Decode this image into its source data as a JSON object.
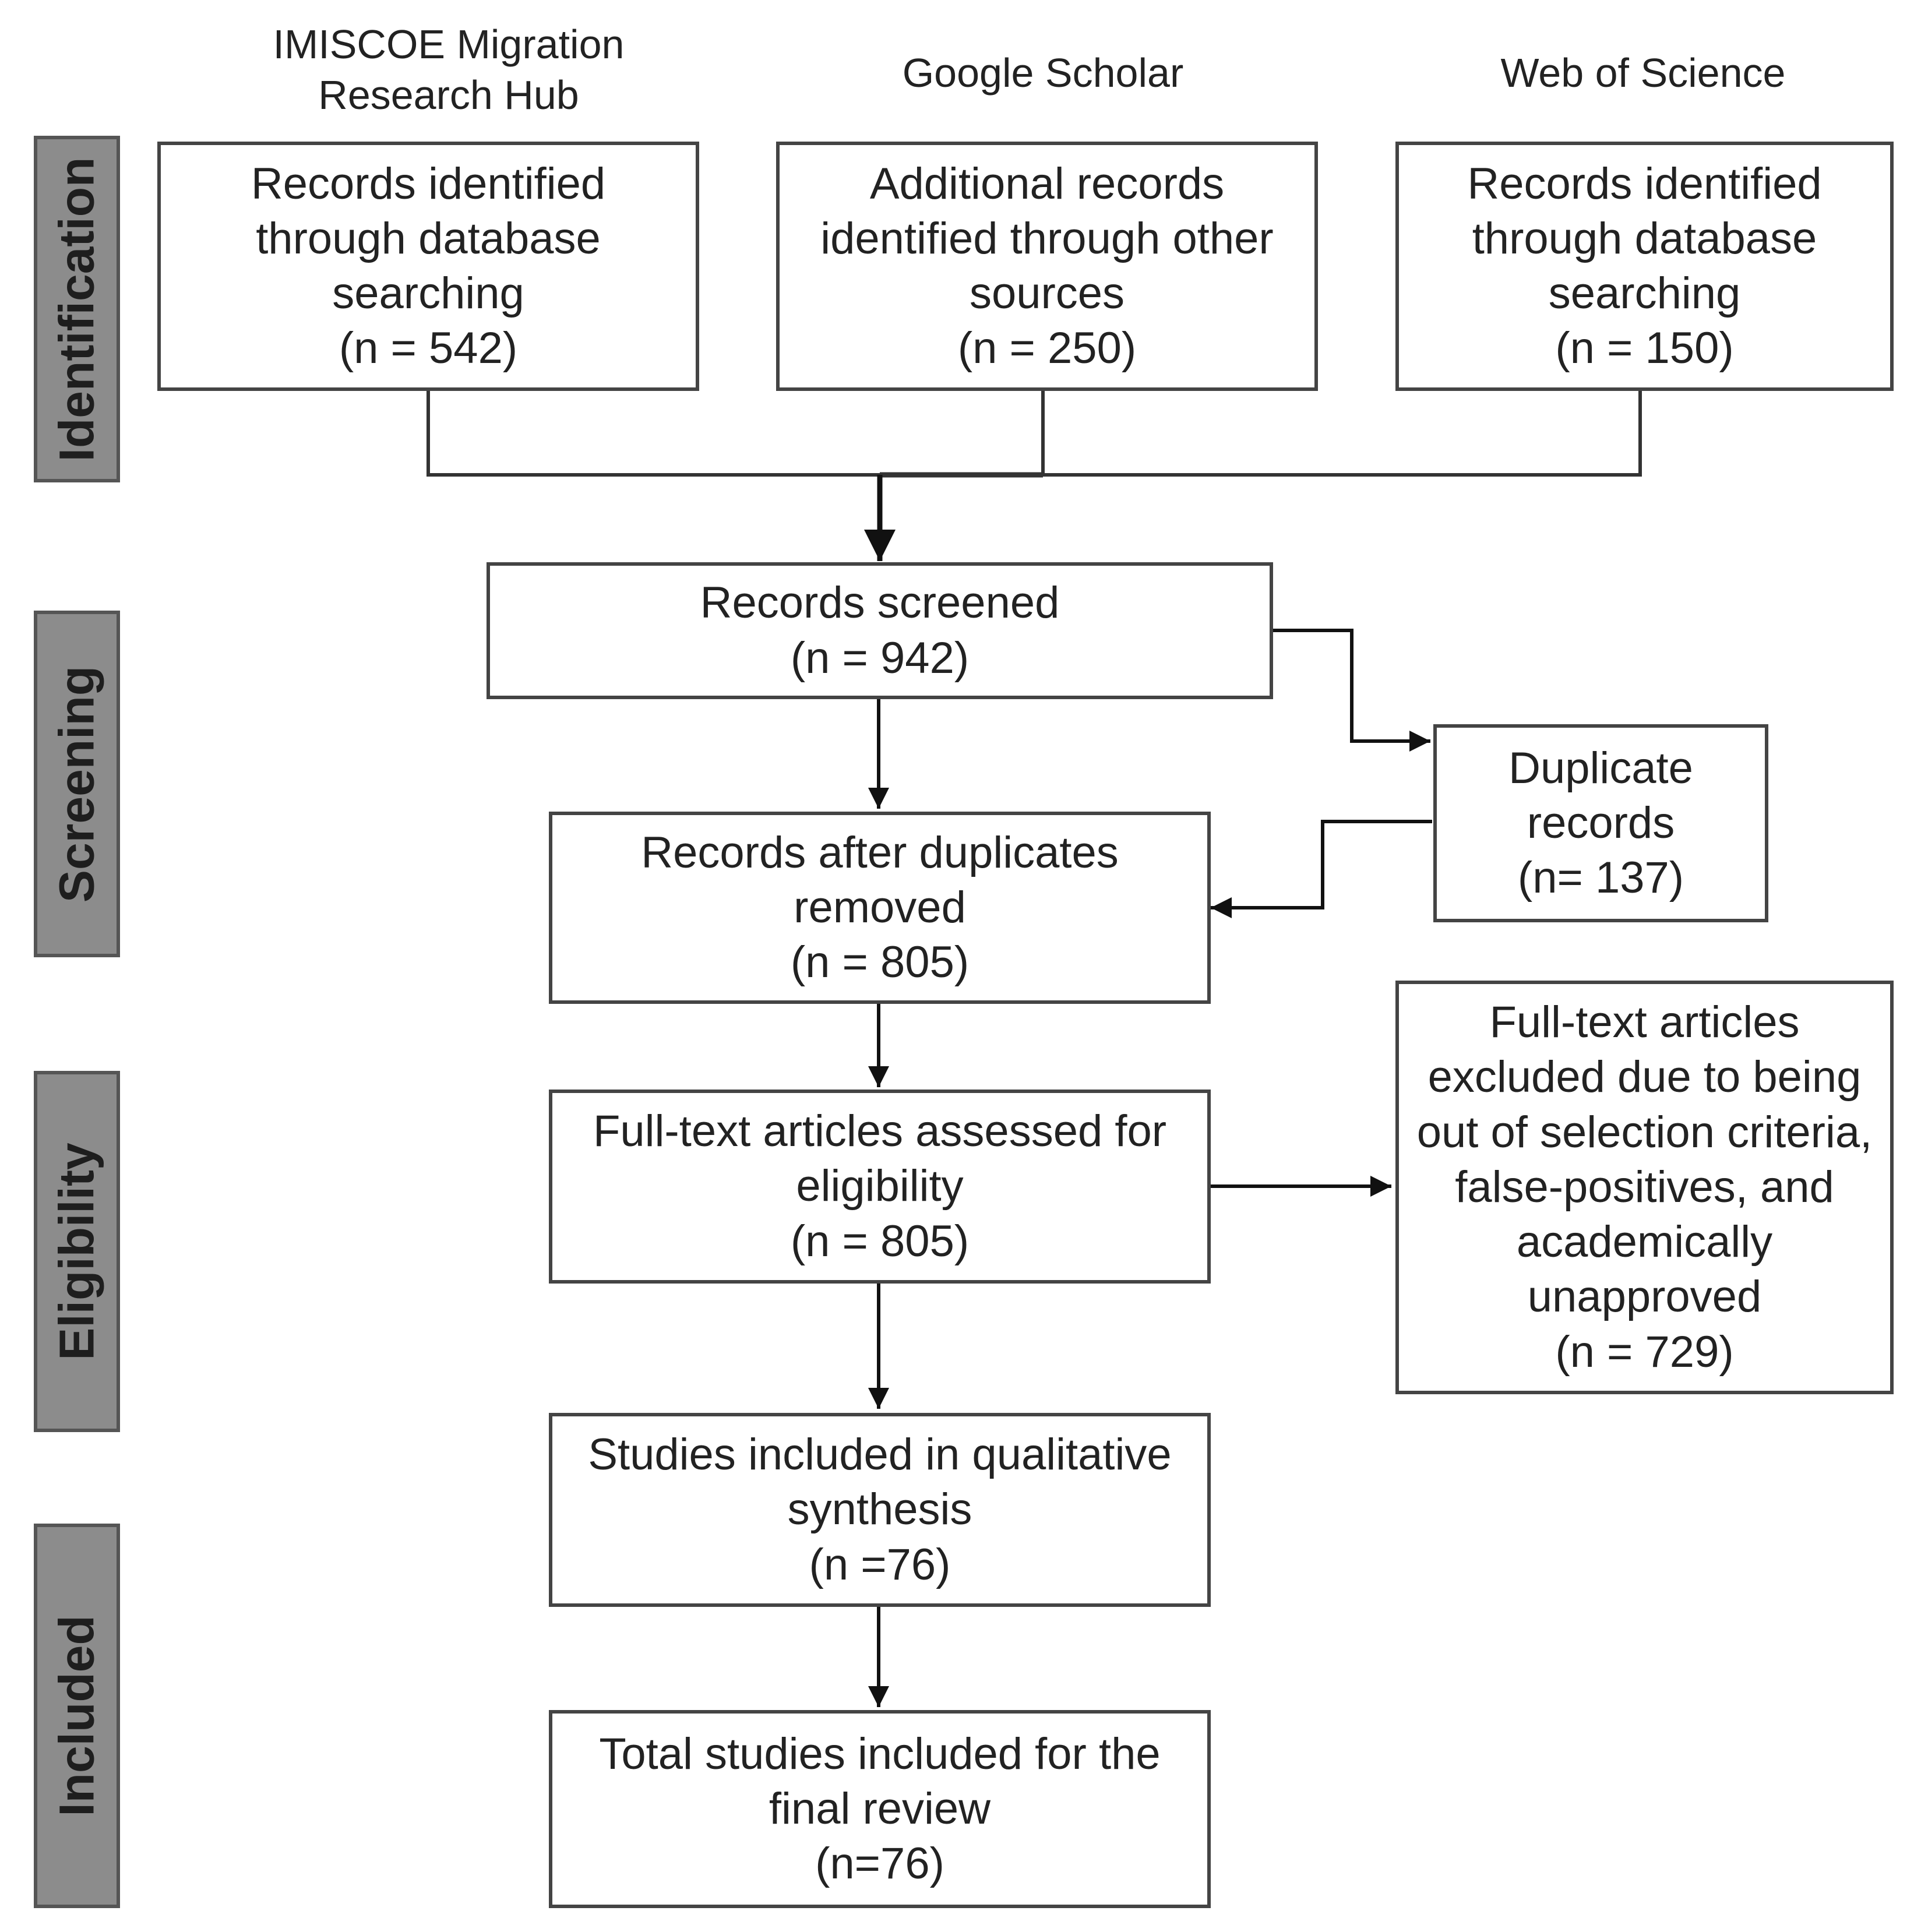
{
  "sources": {
    "imiscoe": {
      "lines": [
        "IMISCOE Migration",
        "Research Hub"
      ]
    },
    "google": {
      "lines": [
        "Google Scholar"
      ]
    },
    "wos": {
      "lines": [
        "Web of Science"
      ]
    }
  },
  "stages": {
    "identification": "Identification",
    "screening": "Screening",
    "eligibility": "Eligibility",
    "included": "Included"
  },
  "boxes": {
    "imiscoe_records": {
      "lines": [
        "Records identified",
        "through database",
        "searching",
        "(n = 542)"
      ]
    },
    "google_records": {
      "lines": [
        "Additional records",
        "identified through other",
        "sources",
        "(n = 250)"
      ]
    },
    "wos_records": {
      "lines": [
        "Records identified",
        "through database",
        "searching",
        "(n = 150)"
      ]
    },
    "screened": {
      "lines": [
        "Records screened",
        "(n = 942)"
      ]
    },
    "duplicates": {
      "lines": [
        "Duplicate",
        "records",
        "(n= 137)"
      ]
    },
    "after_duplicates": {
      "lines": [
        "Records after duplicates",
        "removed",
        "(n = 805)"
      ]
    },
    "fulltext_assessed": {
      "lines": [
        "Full-text articles assessed for",
        "eligibility",
        "(n = 805)"
      ]
    },
    "excluded": {
      "lines": [
        "Full-text articles",
        "excluded due to being",
        "out of selection criteria,",
        "false-positives, and",
        "academically",
        "unapproved",
        "(n = 729)"
      ]
    },
    "qualitative": {
      "lines": [
        "Studies included in qualitative",
        "synthesis",
        "(n =76)"
      ]
    },
    "final_review": {
      "lines": [
        "Total studies included for the",
        "final review",
        "(n=76)"
      ]
    }
  }
}
